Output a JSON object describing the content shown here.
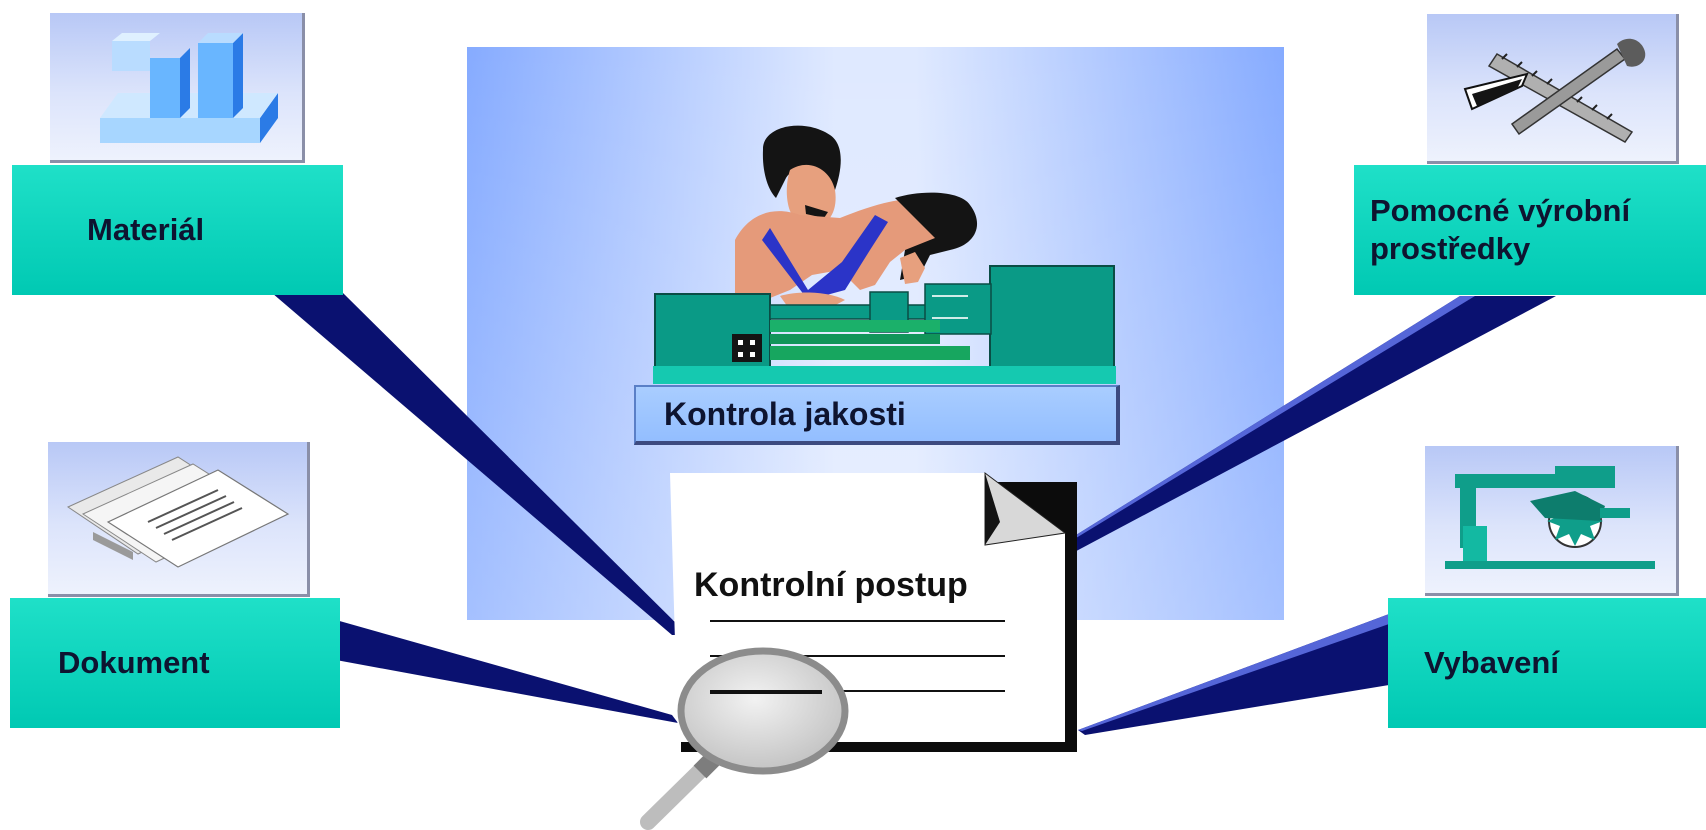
{
  "diagram": {
    "center": {
      "label": "Kontrola jakosti"
    },
    "document": {
      "title": "Kontrolní postup"
    },
    "nodes": [
      {
        "id": "material",
        "label": "Materiál",
        "icon": "material-blocks-icon"
      },
      {
        "id": "dokument",
        "label": "Dokument",
        "icon": "document-pages-icon"
      },
      {
        "id": "pomocne",
        "label": "Pomocné výrobní prostředky",
        "icon": "tools-icon"
      },
      {
        "id": "vybaveni",
        "label": "Vybavení",
        "icon": "machine-saw-icon"
      }
    ]
  },
  "colors": {
    "label_box": "#00d2bc",
    "icon_box": "#c8d4f8",
    "center_panel": "#86adff",
    "connector": "#0a1170",
    "center_label": "#9ec5ff"
  }
}
